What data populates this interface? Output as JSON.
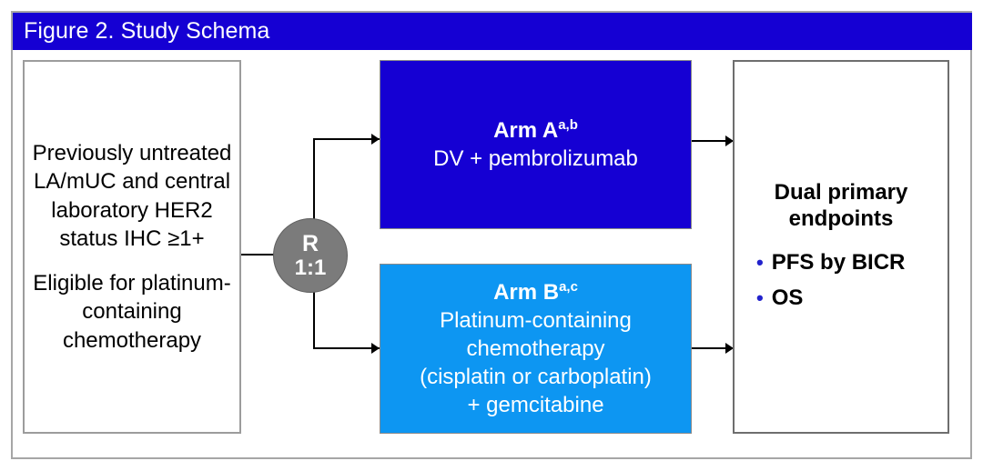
{
  "figure": {
    "title": "Figure 2. Study Schema",
    "title_bar_color": "#1500D3"
  },
  "eligibility": {
    "paragraph_1": "Previously untreated LA/mUC and central laboratory HER2 status IHC ≥1+",
    "paragraph_2": "Eligible for platinum-containing chemotherapy"
  },
  "randomization": {
    "label": "R",
    "ratio": "1:1",
    "circle_color": "#7B7B7B"
  },
  "arms": [
    {
      "id": "arm-a",
      "heading": "Arm A",
      "footnotes": "a,b",
      "treatment": "DV + pembrolizumab",
      "color": "#1500D3"
    },
    {
      "id": "arm-b",
      "heading": "Arm B",
      "footnotes": "a,c",
      "treatment_line_1": "Platinum-containing",
      "treatment_line_2": "chemotherapy",
      "treatment_line_3": "(cisplatin or carboplatin)",
      "treatment_line_4": "+ gemcitabine",
      "color": "#0D96F2"
    }
  ],
  "endpoints": {
    "title_line_1": "Dual primary",
    "title_line_2": "endpoints",
    "bullet_glyph": "•",
    "bullet_color": "#2222CC",
    "items": [
      {
        "label": "PFS by BICR"
      },
      {
        "label": "OS"
      }
    ]
  }
}
